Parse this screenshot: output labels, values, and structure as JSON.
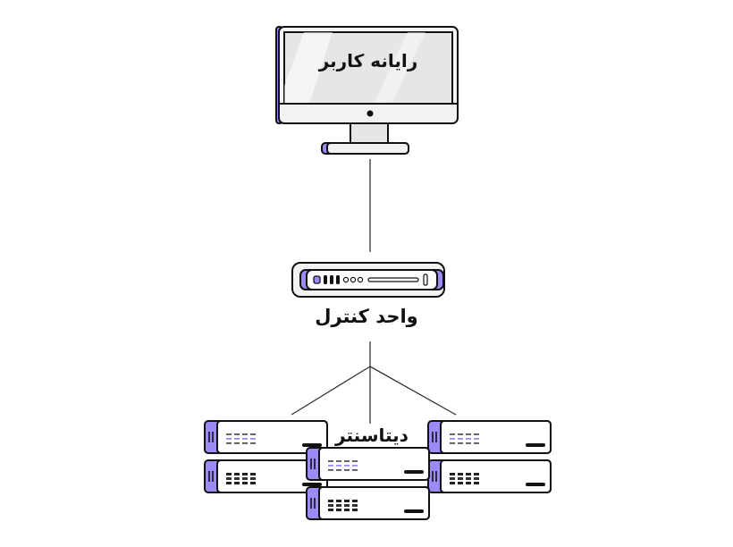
{
  "nodes": {
    "user_computer": {
      "label": "رایانه کاربر",
      "icon": "monitor-icon"
    },
    "control_unit": {
      "label": "واحد کنترل",
      "icon": "router-icon"
    },
    "datacenter": {
      "label": "دیتاسنتر",
      "icon": "server-rack-icon"
    }
  },
  "colors": {
    "accent": "#9b8cf5",
    "outline": "#111111",
    "screen_fill": "#e6e6e6",
    "body_fill": "#f2f2f2",
    "line": "#333333",
    "background": "#ffffff"
  }
}
